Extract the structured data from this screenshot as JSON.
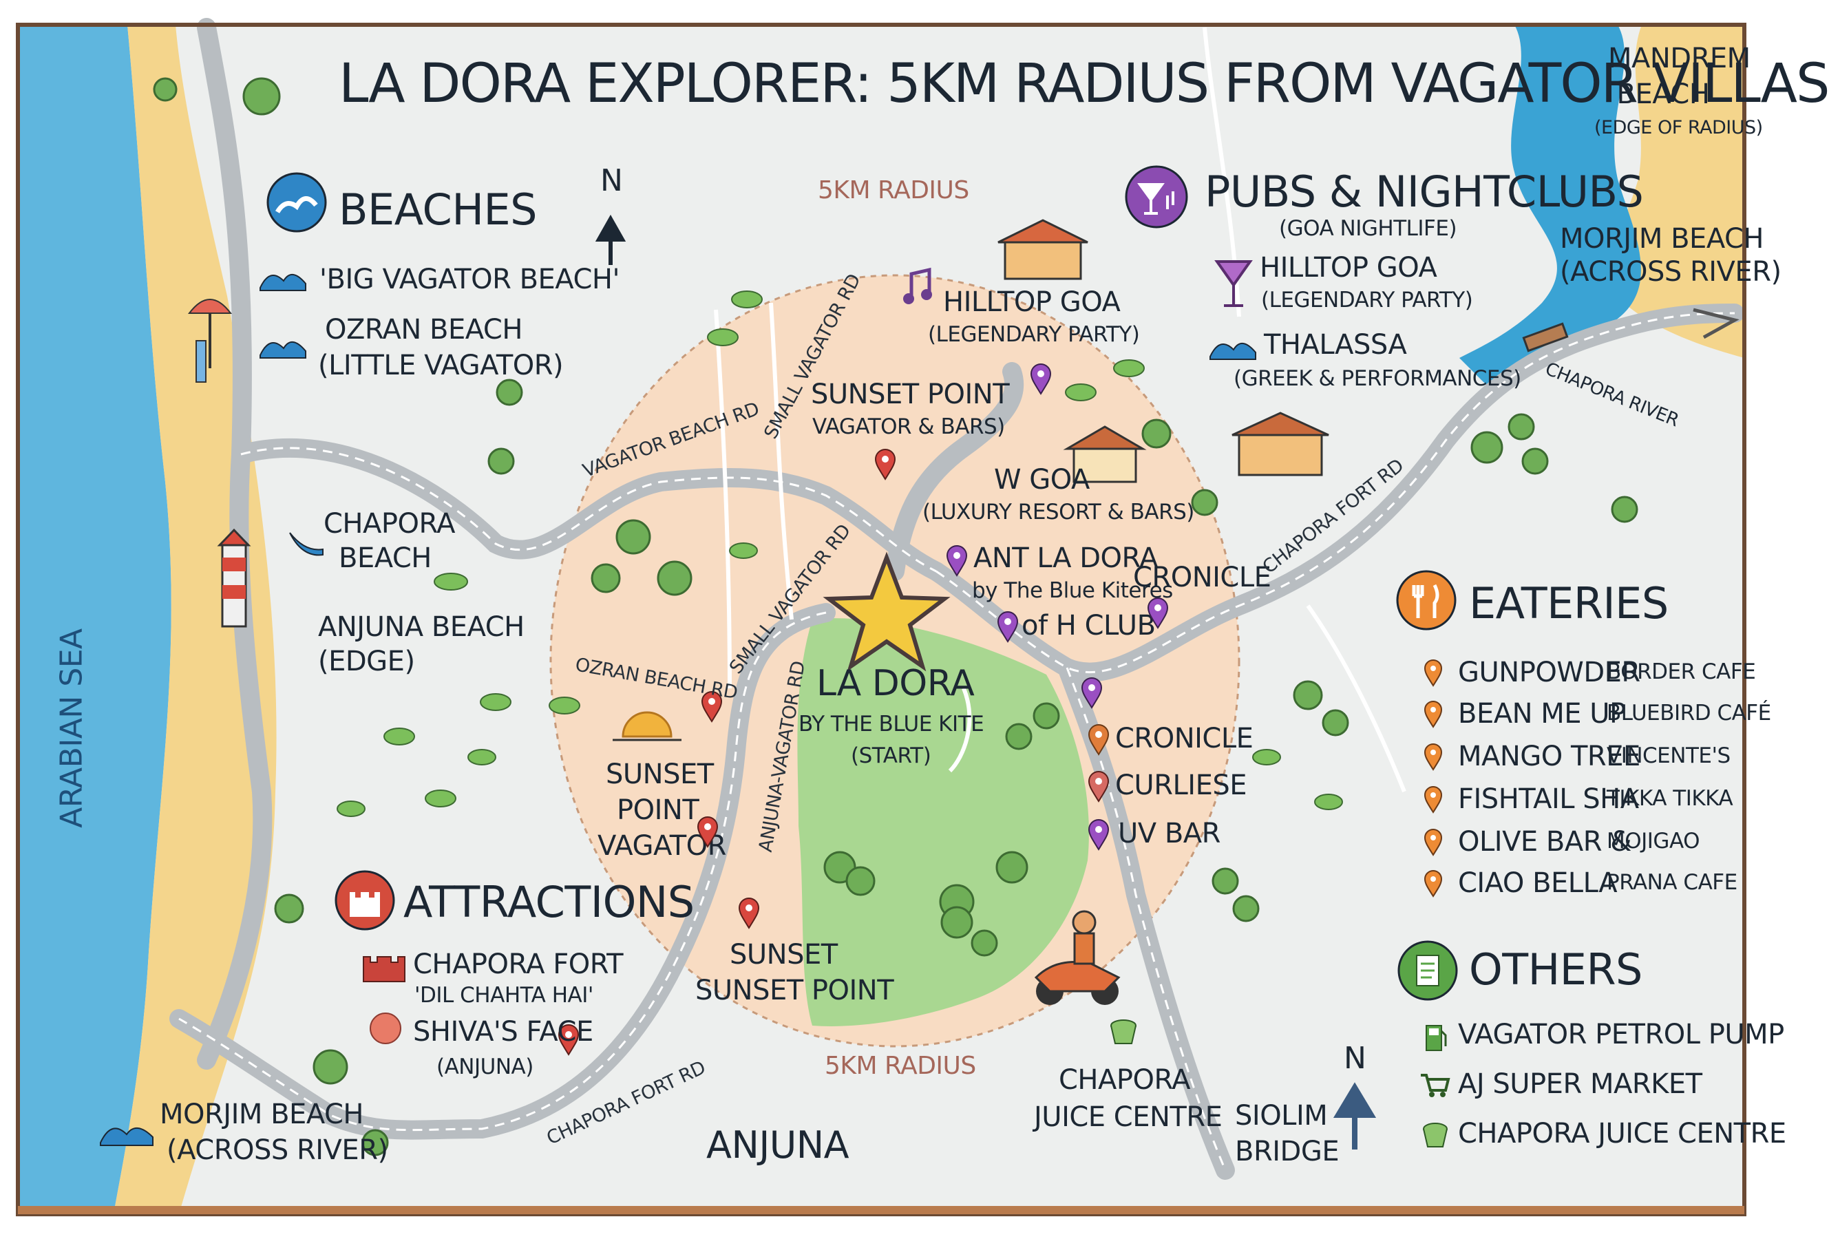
{
  "map": {
    "title": "LA DORA EXPLORER: 5KM RADIUS FROM VAGATOR VILLAS",
    "radius_label_top": "5KM RADIUS",
    "radius_label_bottom": "5KM RADIUS",
    "compass_letter": "N",
    "sea_label": "ARABIAN SEA",
    "colors": {
      "sea": "#5bb6df",
      "sand": "#f4d58d",
      "land": "#eef0ef",
      "radius": "#f8dcc3",
      "forest": "#a8d68f",
      "road": "#b9bec2",
      "border": "#a5673f"
    }
  },
  "beaches": {
    "heading": "BEACHES",
    "items": [
      "'BIG VAGATOR BEACH'",
      "OZRAN BEACH",
      "(LITTLE VAGATOR)"
    ],
    "chapora_beach": [
      "CHAPORA",
      "BEACH"
    ],
    "anjuna_beach": [
      "ANJUNA BEACH",
      "(EDGE)"
    ],
    "morjim_sw": [
      "MORJIM BEACH",
      "(ACROSS RIVER)"
    ]
  },
  "pubs": {
    "heading": "PUBS & NIGHTCLUBS",
    "subheading": "(GOA NIGHTLIFE)",
    "items": [
      {
        "name": "HILLTOP GOA",
        "note": "(LEGENDARY PARTY)"
      },
      {
        "name": "THALASSA",
        "note": "(GREEK & PERFORMANCES)"
      }
    ]
  },
  "ne_corner": {
    "mandrem": [
      "MANDREM",
      "BEACH",
      "(EDGE OF RADIUS)"
    ],
    "morjim": [
      "MORJIM BEACH",
      "(ACROSS RIVER)"
    ],
    "river": "CHAPORA RIVER"
  },
  "in_circle": {
    "hilltop": [
      "HILLTOP GOA",
      "(LEGENDARY PARTY)"
    ],
    "sunset_top": [
      "SUNSET POINT",
      "VAGATOR & BARS)"
    ],
    "w_goa": [
      "W GOA",
      "(LUXURY RESORT & BARS)"
    ],
    "ant": [
      "ANT LA DORA",
      "by The Blue Kiteres",
      "of H CLUB"
    ],
    "cronicle_top": "CRONICLE",
    "start": [
      "LA DORA",
      "BY THE BLUE KITE",
      "(START)"
    ],
    "sunset_left": [
      "SUNSET",
      "POINT",
      "VAGATOR"
    ],
    "sunset_bottom": [
      "SUNSET",
      "SUNSET POINT"
    ],
    "bars": [
      "CRONICLE",
      "CURLIESE",
      "UV BAR"
    ]
  },
  "roads": {
    "vagator_beach_rd": "VAGATOR BEACH RD",
    "small_vagator_rd_1": "SMALL VAGATOR RD",
    "small_vagator_rd_2": "SMALL VAGATOR RD",
    "ozran_beach_rd": "OZRAN BEACH RD",
    "anjuna_vagator_rd": "ANJUNA-VAGATOR RD",
    "chapora_fort_rd_ne": "CHAPORA FORT RD",
    "chapora_fort_rd_sw": "CHAPORA FORT RD"
  },
  "attractions": {
    "heading": "ATTRACTIONS",
    "chapora_fort": "CHAPORA FORT",
    "dil": "'DIL CHAHTA HAI'",
    "shiva": "SHIVA'S FACE",
    "shiva_note": "(ANJUNA)"
  },
  "eateries": {
    "heading": "EATERIES",
    "left": [
      "GUNPOWDER",
      "BEAN ME UP",
      "MANGO TREE",
      "FISHTAIL SHA",
      "OLIVE BAR &",
      "CIAO BELLA"
    ],
    "right": [
      "BORDER CAFE",
      "BLUEBIRD CAFÉ",
      "VINCENTE'S",
      "TIKKA TIKKA",
      "MOJIGAO",
      "PRANA CAFE"
    ]
  },
  "others": {
    "heading": "OTHERS",
    "items": [
      {
        "icon": "fuel-pump-icon",
        "label": "VAGATOR PETROL PUMP"
      },
      {
        "icon": "shopping-cart-icon",
        "label": "AJ SUPER MARKET"
      },
      {
        "icon": "juice-cup-icon",
        "label": "CHAPORA JUICE CENTRE"
      }
    ]
  },
  "bottom": {
    "anjuna": "ANJUNA",
    "juice": [
      "CHAPORA",
      "JUICE CENTRE"
    ],
    "siolim": [
      "SIOLIM",
      "BRIDGE"
    ],
    "compass_letter": "N"
  }
}
